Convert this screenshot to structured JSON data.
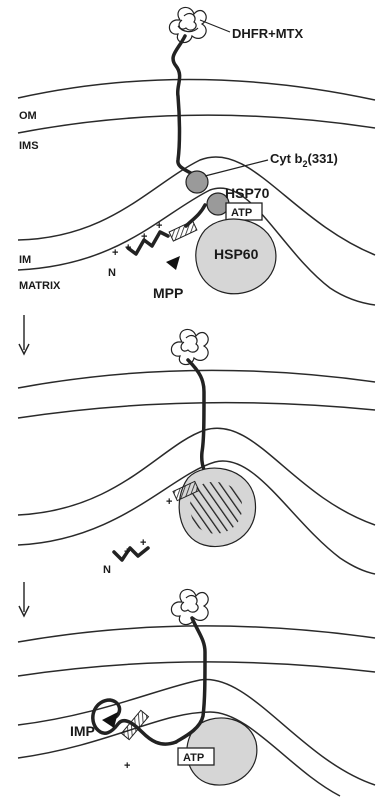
{
  "colors": {
    "ink": "#222222",
    "hsp60_fill": "#d6d6d6",
    "hsp70_fill": "#9a9a9a",
    "paper": "#ffffff"
  },
  "panel1": {
    "label_dhfr": "DHFR+MTX",
    "label_om": "OM",
    "label_ims": "IMS",
    "label_im": "IM",
    "label_matrix": "MATRIX",
    "label_cytb2_main": "Cyt b",
    "label_cytb2_sub": "2",
    "label_cytb2_tail": "(331)",
    "label_hsp70": "HSP70",
    "label_atp": "ATP",
    "label_hsp60": "HSP60",
    "label_mpp": "MPP",
    "label_n": "N"
  },
  "panel2": {
    "label_n": "N"
  },
  "panel3": {
    "label_imp": "IMP",
    "label_atp": "ATP"
  },
  "icons": {
    "arrow1": "down-arrow-icon",
    "arrow2": "down-arrow-icon",
    "protease": "scissors-wedge-icon"
  }
}
